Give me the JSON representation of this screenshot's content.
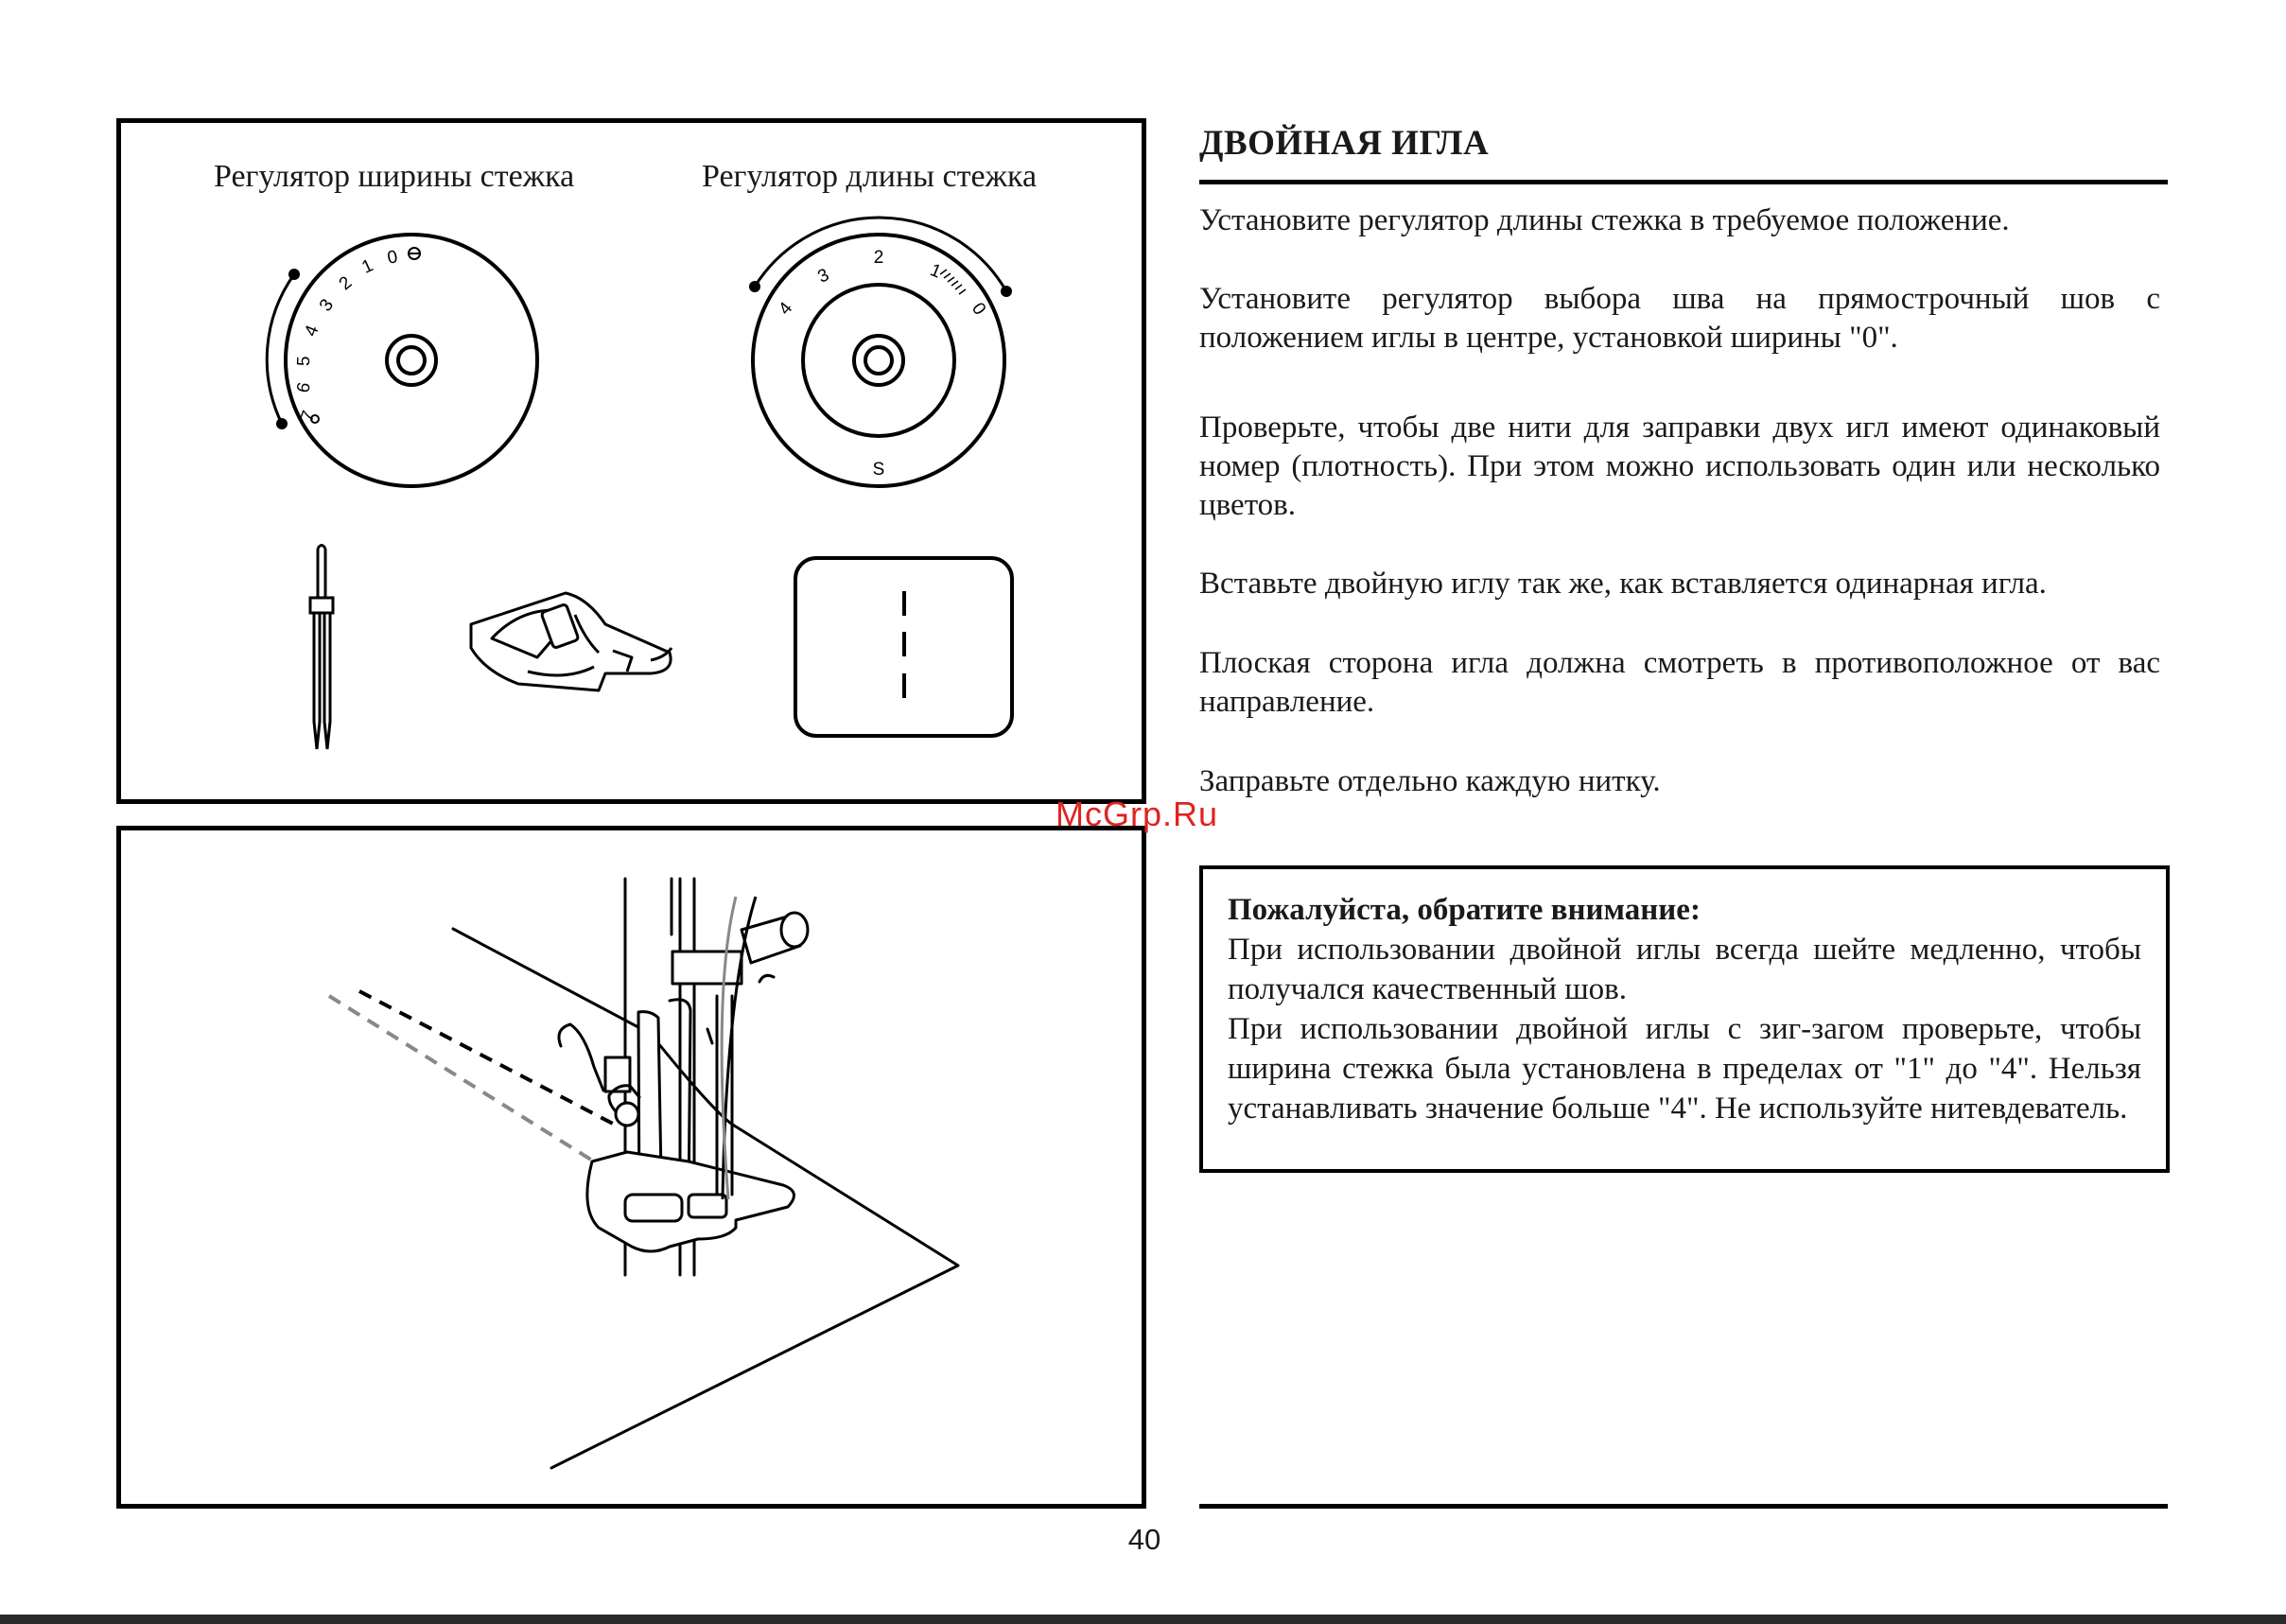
{
  "figure_top": {
    "width_dial_label": "Регулятор ширины стежка",
    "length_dial_label": "Регулятор длины стежка",
    "width_dial_digits": [
      "7",
      "6",
      "5",
      "4",
      "3",
      "2",
      "1",
      "0"
    ],
    "length_dial_digits": [
      "4",
      "3",
      "2",
      "1",
      "0"
    ],
    "length_dial_s": "S"
  },
  "section": {
    "title": "ДВОЙНАЯ ИГЛА",
    "paragraphs": [
      "Установите регулятор длины стежка в требуемое положение.",
      "Установите регулятор выбора шва на прямострочный шов с положением иглы в центре, установкой ширины \"0\".",
      "Проверьте, чтобы две нити для заправки двух игл имеют одинаковый номер (плотность). При этом можно использовать один или несколько цветов.",
      "Вставьте двойную иглу так же, как вставляется одинарная игла.",
      "Плоская сторона игла должна смотреть в противоположное от вас направление.",
      "Заправьте отдельно каждую нитку."
    ]
  },
  "note": {
    "title": "Пожалуйста, обратите внимание:",
    "line1": "При использовании двойной иглы всегда шейте медленно, чтобы получался качественный шов.",
    "line2": "При использовании двойной иглы с зиг-загом проверьте, чтобы ширина стежка была установлена в пределах от \"1\" до \"4\". Нельзя устанавливать значение больше \"4\". Не используйте нитевдеватель."
  },
  "watermark": "McGrp.Ru",
  "page_number": "40"
}
